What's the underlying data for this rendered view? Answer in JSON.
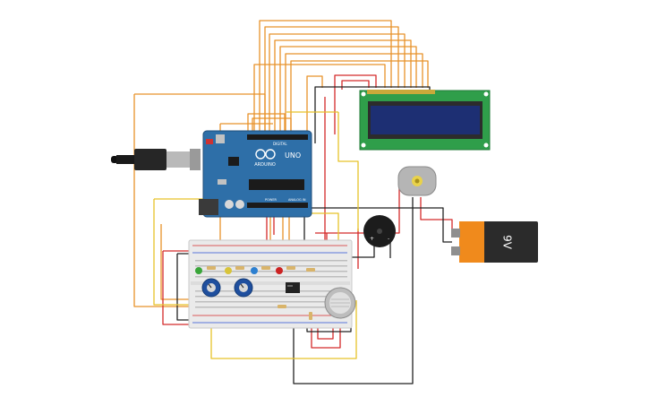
{
  "colors": {
    "background": "#ffffff",
    "wire_orange": "#e8922a",
    "wire_red": "#d42a2a",
    "wire_black": "#222222",
    "wire_yellow": "#e6c229",
    "arduino_blue": "#2e6fa8",
    "breadboard": "#eaeaea",
    "lcd_pcb": "#2f9e4a",
    "lcd_screen": "#1d2f73",
    "battery_body": "#2b2b2b",
    "battery_cap": "#f08a1c",
    "potentiometer": "#1f4f9e"
  },
  "arduino": {
    "brand": "ARDUINO",
    "model": "UNO",
    "header_digital": "DIGITAL",
    "header_power": "POWER",
    "header_analog": "ANALOG IN"
  },
  "battery": {
    "label": "9V"
  },
  "buzzer": {
    "plus": "+",
    "minus": "-"
  },
  "icons": {
    "usb_cable": "usb-cable-icon",
    "motor": "dc-motor-icon",
    "gas_sensor": "gas-sensor-icon",
    "ic_chip": "ic-chip-icon"
  },
  "leds": [
    "#3aa63a",
    "#d8c43a",
    "#2c7fd0",
    "#cc2222"
  ]
}
